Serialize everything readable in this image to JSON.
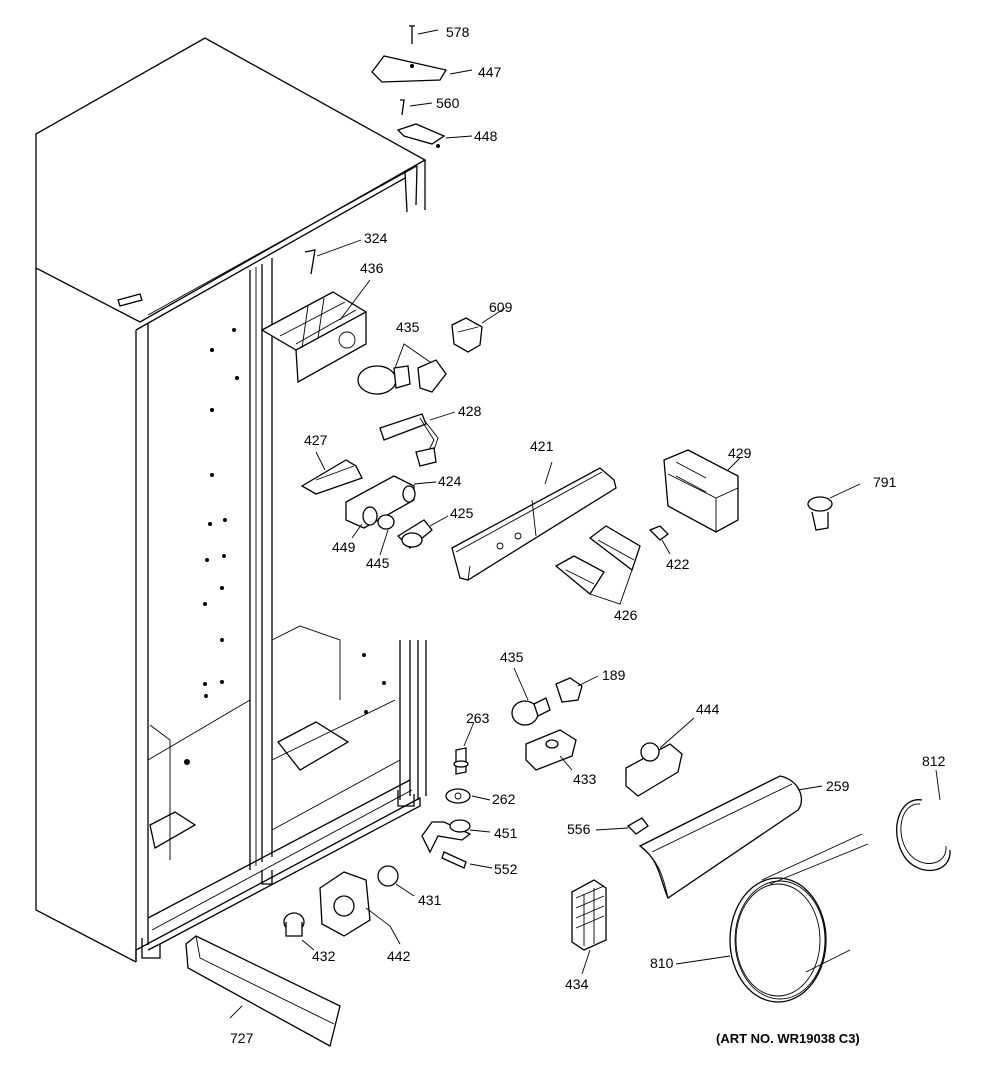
{
  "parts": [
    {
      "id": "p578",
      "label": "578"
    },
    {
      "id": "p447",
      "label": "447"
    },
    {
      "id": "p560",
      "label": "560"
    },
    {
      "id": "p448",
      "label": "448"
    },
    {
      "id": "p324",
      "label": "324"
    },
    {
      "id": "p436",
      "label": "436"
    },
    {
      "id": "p609",
      "label": "609"
    },
    {
      "id": "p435a",
      "label": "435"
    },
    {
      "id": "p428",
      "label": "428"
    },
    {
      "id": "p427",
      "label": "427"
    },
    {
      "id": "p424",
      "label": "424"
    },
    {
      "id": "p425",
      "label": "425"
    },
    {
      "id": "p449",
      "label": "449"
    },
    {
      "id": "p445",
      "label": "445"
    },
    {
      "id": "p421",
      "label": "421"
    },
    {
      "id": "p429",
      "label": "429"
    },
    {
      "id": "p791",
      "label": "791"
    },
    {
      "id": "p422",
      "label": "422"
    },
    {
      "id": "p426",
      "label": "426"
    },
    {
      "id": "p435b",
      "label": "435"
    },
    {
      "id": "p189",
      "label": "189"
    },
    {
      "id": "p263",
      "label": "263"
    },
    {
      "id": "p444",
      "label": "444"
    },
    {
      "id": "p433",
      "label": "433"
    },
    {
      "id": "p262",
      "label": "262"
    },
    {
      "id": "p812",
      "label": "812"
    },
    {
      "id": "p259",
      "label": "259"
    },
    {
      "id": "p556",
      "label": "556"
    },
    {
      "id": "p451",
      "label": "451"
    },
    {
      "id": "p552",
      "label": "552"
    },
    {
      "id": "p431",
      "label": "431"
    },
    {
      "id": "p432",
      "label": "432"
    },
    {
      "id": "p442",
      "label": "442"
    },
    {
      "id": "p434",
      "label": "434"
    },
    {
      "id": "p810",
      "label": "810"
    },
    {
      "id": "p727",
      "label": "727"
    }
  ],
  "footer": {
    "art_number": "(ART NO. WR19038 C3)"
  }
}
